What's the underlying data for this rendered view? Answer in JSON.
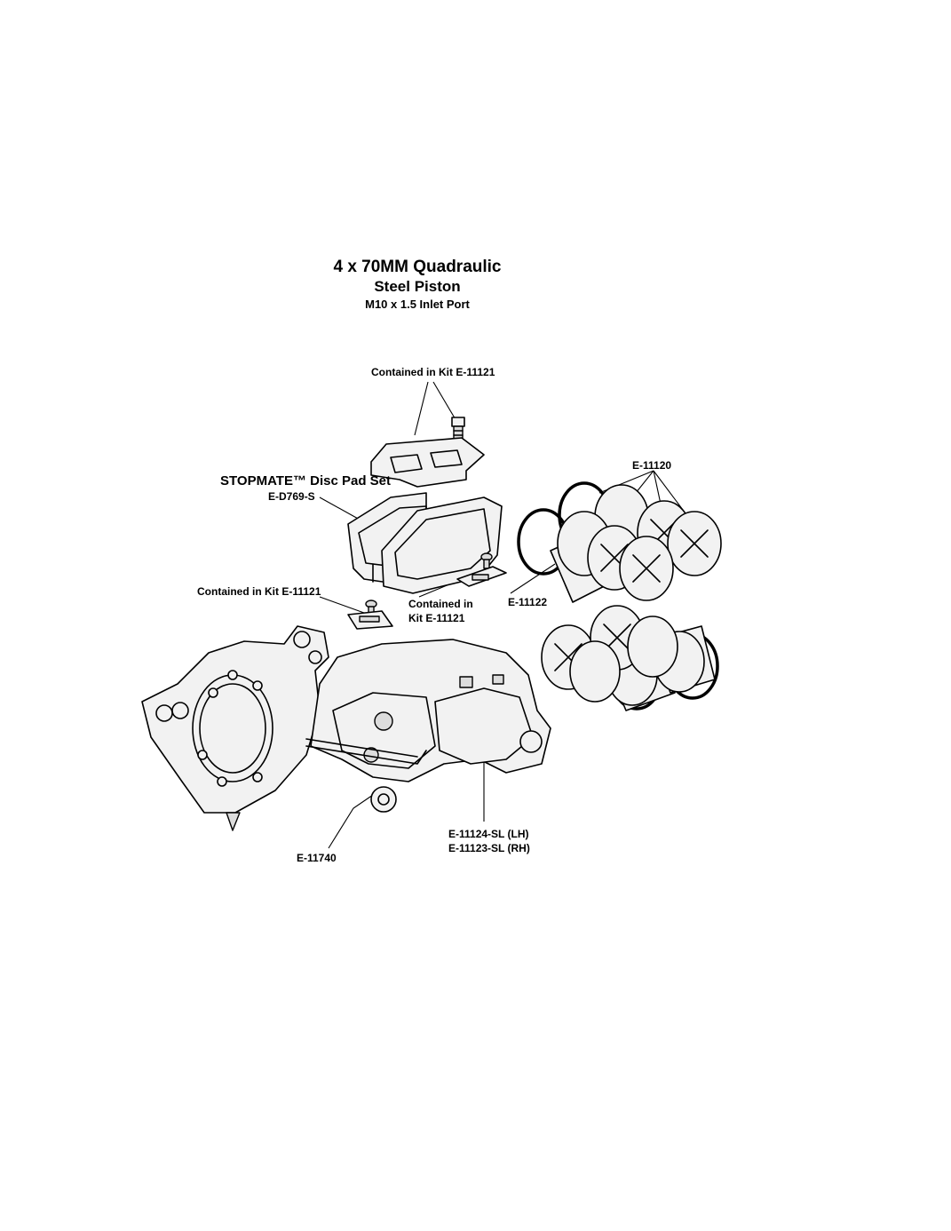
{
  "title": {
    "line1": "4 x 70MM Quadraulic",
    "line2": "Steel Piston",
    "line3": "M10 x 1.5 Inlet Port"
  },
  "labels": {
    "kit_top": "Contained in Kit E-11121",
    "stopmate": "STOPMATE™ Disc Pad Set",
    "pad_part": "E-D769-S",
    "kit_left": "Contained in Kit E-11121",
    "kit_mid_1": "Contained in",
    "kit_mid_2": "Kit E-11121",
    "e11120": "E-11120",
    "e11122": "E-11122",
    "e11124": "E-11124-SL (LH)",
    "e11123": "E-11123-SL (RH)",
    "e11740": "E-11740"
  }
}
